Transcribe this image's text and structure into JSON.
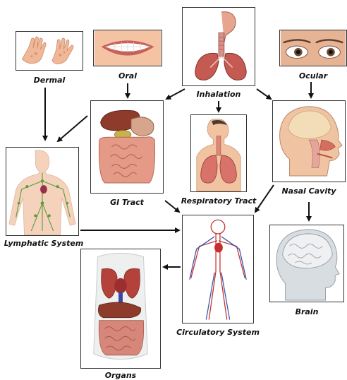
{
  "nodes": {
    "dermal": {
      "label": "Dermal",
      "icon": "hands-icon"
    },
    "oral": {
      "label": "Oral",
      "icon": "mouth-icon"
    },
    "inhalation": {
      "label": "Inhalation",
      "icon": "airway-lungs-icon"
    },
    "ocular": {
      "label": "Ocular",
      "icon": "eyes-icon"
    },
    "gi_tract": {
      "label": "GI Tract",
      "icon": "digestive-organs-icon"
    },
    "respiratory_tract": {
      "label": "Respiratory Tract",
      "icon": "respiratory-system-icon"
    },
    "nasal_cavity": {
      "label": "Nasal Cavity",
      "icon": "head-cross-section-icon"
    },
    "lymphatic_system": {
      "label": "Lymphatic System",
      "icon": "lymphatic-body-icon"
    },
    "circulatory_system": {
      "label": "Circulatory System",
      "icon": "vascular-body-icon"
    },
    "brain": {
      "label": "Brain",
      "icon": "brain-icon"
    },
    "organs": {
      "label": "Organs",
      "icon": "torso-organs-icon"
    }
  },
  "edges": [
    [
      "oral",
      "gi_tract"
    ],
    [
      "dermal",
      "lymphatic_system"
    ],
    [
      "inhalation",
      "gi_tract"
    ],
    [
      "inhalation",
      "respiratory_tract"
    ],
    [
      "inhalation",
      "nasal_cavity"
    ],
    [
      "ocular",
      "nasal_cavity"
    ],
    [
      "gi_tract",
      "lymphatic_system"
    ],
    [
      "gi_tract",
      "circulatory_system"
    ],
    [
      "nasal_cavity",
      "circulatory_system"
    ],
    [
      "nasal_cavity",
      "brain"
    ],
    [
      "lymphatic_system",
      "circulatory_system"
    ],
    [
      "circulatory_system",
      "organs"
    ]
  ],
  "colors": {
    "skin": "#f2c3a0",
    "organ_red": "#b5423a",
    "liver": "#8e3b2c",
    "intestine": "#e49a86",
    "lung": "#c9605a",
    "vessel_red": "#c62f2f",
    "vessel_blue": "#3a56a8",
    "lymph_green": "#5a9a3a",
    "brain": "#dadee2",
    "arrow": "#111111"
  }
}
